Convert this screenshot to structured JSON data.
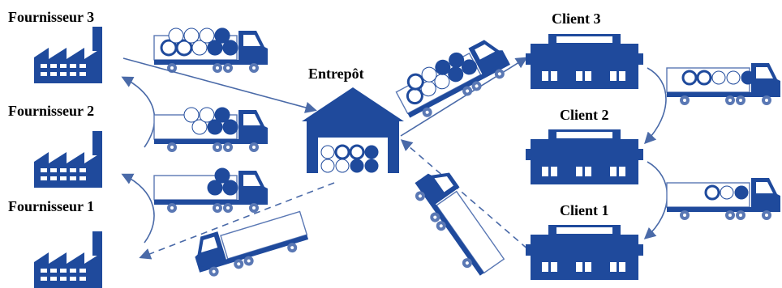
{
  "labels": {
    "supplier_3": "Fournisseur 3",
    "supplier_2": "Fournisseur 2",
    "supplier_1": "Fournisseur 1",
    "warehouse": "Entrepôt",
    "client_3": "Client 3",
    "client_2": "Client 2",
    "client_1": "Client 1"
  },
  "colors": {
    "primary": "#1f4a9c",
    "arrow": "#4a6aa8",
    "truck_outline": "#5a78b4",
    "background": "#ffffff"
  },
  "icons": {
    "factory": "factory-icon",
    "warehouse": "warehouse-icon",
    "store": "store-icon",
    "truck": "truck-icon"
  }
}
